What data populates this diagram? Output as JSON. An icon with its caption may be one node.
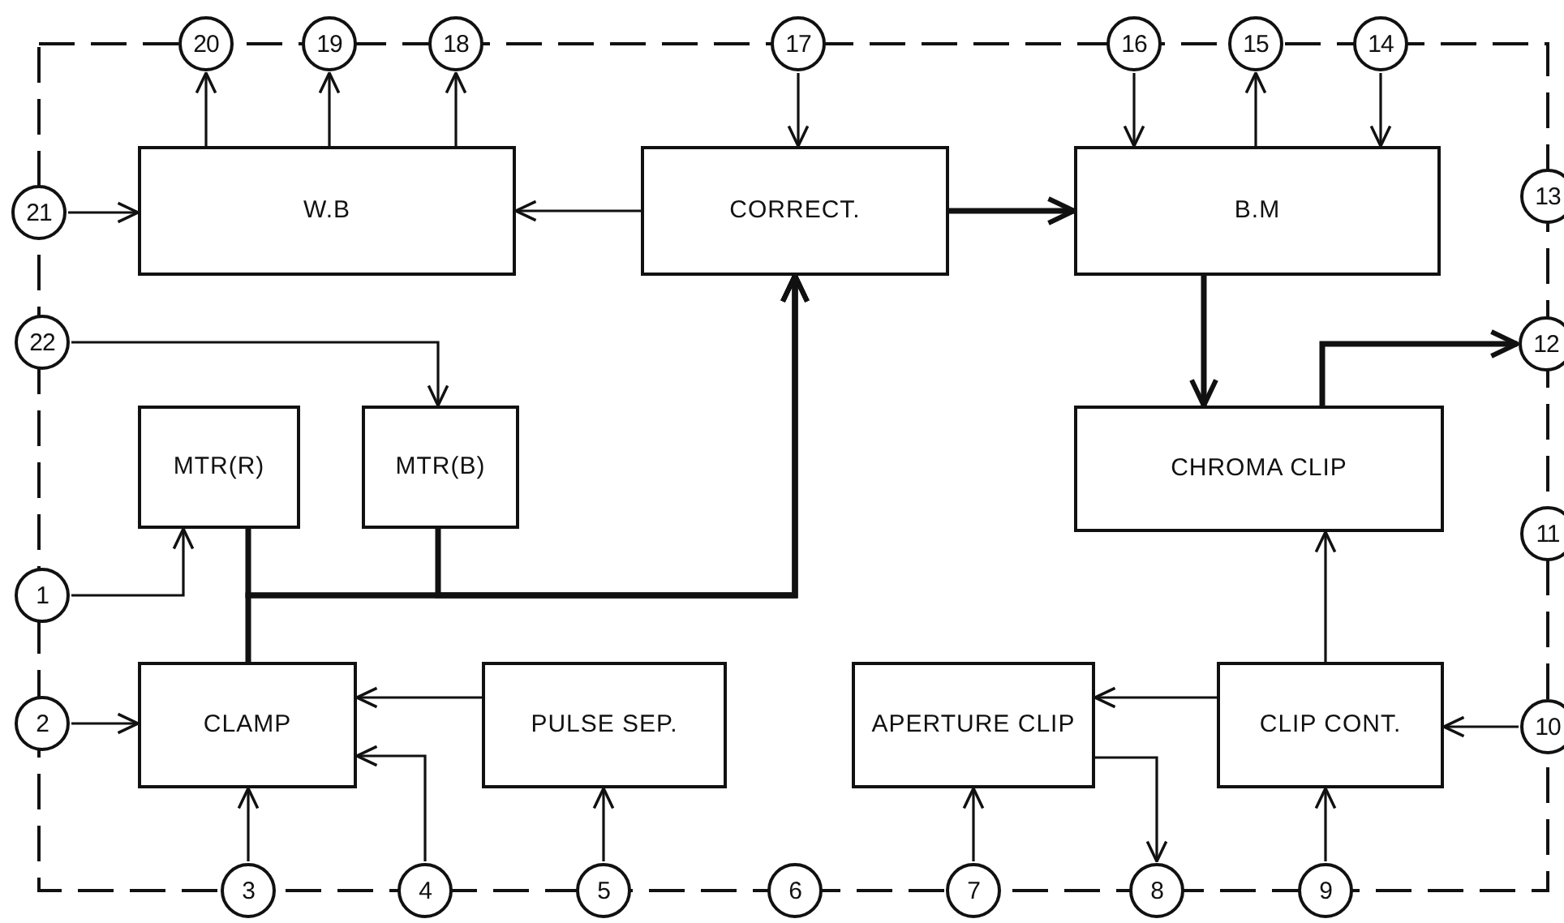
{
  "diagram": {
    "nodes": [
      {
        "text": [
          "W.B"
        ]
      },
      {
        "text": [
          "CORRECT."
        ]
      },
      {
        "text": [
          "B.M"
        ]
      },
      {
        "text": [
          "MTR(R)"
        ]
      },
      {
        "text": [
          "MTR(B)"
        ]
      },
      {
        "text": [
          "CHROMA CLIP"
        ]
      },
      {
        "text": [
          "CLAMP"
        ]
      },
      {
        "text": [
          "PULSE SEP."
        ]
      },
      {
        "text": [
          "APERTURE CLIP"
        ]
      },
      {
        "text": [
          "CLIP CONT."
        ]
      },
      {
        "text": [
          "1"
        ]
      },
      {
        "text": [
          "2"
        ]
      },
      {
        "text": [
          "3"
        ]
      },
      {
        "text": [
          "4"
        ]
      },
      {
        "text": [
          "5"
        ]
      },
      {
        "text": [
          "6"
        ]
      },
      {
        "text": [
          "7"
        ]
      },
      {
        "text": [
          "8"
        ]
      },
      {
        "text": [
          "9"
        ]
      },
      {
        "text": [
          "10"
        ]
      },
      {
        "text": [
          "11"
        ]
      },
      {
        "text": [
          "12"
        ]
      },
      {
        "text": [
          "13"
        ]
      },
      {
        "text": [
          "14"
        ]
      },
      {
        "text": [
          "15"
        ]
      },
      {
        "text": [
          "16"
        ]
      },
      {
        "text": [
          "17"
        ]
      },
      {
        "text": [
          "18"
        ]
      },
      {
        "text": [
          "19"
        ]
      },
      {
        "text": [
          "20"
        ]
      },
      {
        "text": [
          "21"
        ]
      },
      {
        "text": [
          "22"
        ]
      }
    ],
    "edges": [
      {
        "from": 30,
        "to": 0,
        "arrow": "to"
      },
      {
        "from": 1,
        "to": 0,
        "arrow": "to"
      },
      {
        "from": 0,
        "to": 29,
        "arrow": "to"
      },
      {
        "from": 0,
        "to": 28,
        "arrow": "to"
      },
      {
        "from": 0,
        "to": 27,
        "arrow": "to"
      },
      {
        "from": 26,
        "to": 1,
        "arrow": "to"
      },
      {
        "from": 1,
        "to": 2,
        "arrow": "to",
        "style": "thick"
      },
      {
        "from": 25,
        "to": 2,
        "arrow": "to"
      },
      {
        "from": 2,
        "to": 24,
        "arrow": "to"
      },
      {
        "from": 23,
        "to": 2,
        "arrow": "to"
      },
      {
        "from": 2,
        "to": 5,
        "arrow": "to",
        "style": "thick"
      },
      {
        "from": 5,
        "to": 21,
        "arrow": "to",
        "style": "thick"
      },
      {
        "from": 31,
        "to": 4,
        "arrow": "to"
      },
      {
        "from": 10,
        "to": 3,
        "arrow": "to"
      },
      {
        "from": 3,
        "to": 1,
        "arrow": "to",
        "style": "thick"
      },
      {
        "from": 4,
        "to": 1,
        "arrow": "to",
        "style": "thick"
      },
      {
        "from": 6,
        "to": 1,
        "arrow": "to",
        "style": "thick"
      },
      {
        "from": 11,
        "to": 6,
        "arrow": "to"
      },
      {
        "from": 7,
        "to": 6,
        "arrow": "to"
      },
      {
        "from": 13,
        "to": 6,
        "arrow": "to"
      },
      {
        "from": 12,
        "to": 6,
        "arrow": "to"
      },
      {
        "from": 14,
        "to": 7,
        "arrow": "to"
      },
      {
        "from": 9,
        "to": 8,
        "arrow": "to"
      },
      {
        "from": 8,
        "to": 17,
        "arrow": "to"
      },
      {
        "from": 16,
        "to": 8,
        "arrow": "to"
      },
      {
        "from": 9,
        "to": 5,
        "arrow": "to"
      },
      {
        "from": 19,
        "to": 9,
        "arrow": "to"
      },
      {
        "from": 18,
        "to": 9,
        "arrow": "to"
      }
    ]
  }
}
